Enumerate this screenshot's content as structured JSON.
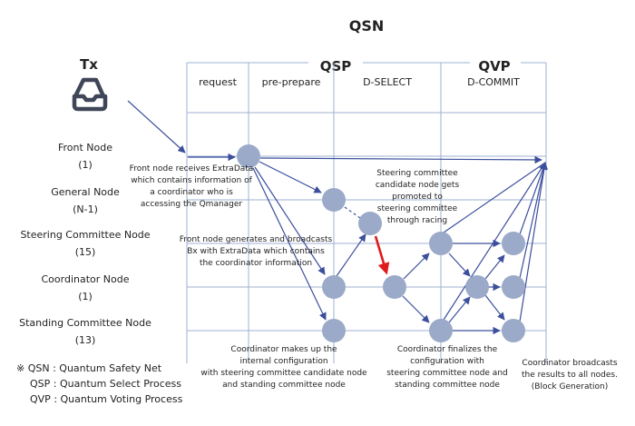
{
  "title": "QSN",
  "tx_label": "Tx",
  "colors": {
    "node": "#9aaac8",
    "grid": "#9fb0d0",
    "arrow": "#3c4f9c",
    "highlight_arrow": "#e01b1b"
  },
  "icons": {
    "tx": "inbox-tray-icon"
  },
  "phase_groups": [
    "QSP",
    "QVP"
  ],
  "phases": [
    "request",
    "pre-prepare",
    "D-SELECT",
    "D-COMMIT"
  ],
  "rows": [
    {
      "name": "Front Node",
      "count": "(1)"
    },
    {
      "name": "General Node",
      "count": "(N-1)"
    },
    {
      "name": "Steering Committee Node",
      "count": "(15)"
    },
    {
      "name": "Coordinator Node",
      "count": "(1)"
    },
    {
      "name": "Standing Committee Node",
      "count": "(13)"
    }
  ],
  "annotations": {
    "front_node": [
      "Front node receives ExtraData",
      "which contains information of",
      "a coordinator who is",
      "accessing the Qmanager"
    ],
    "broadcast": [
      "Front node generates and broadcasts",
      "Bx with ExtraData which contains",
      "the coordinator information"
    ],
    "steering": [
      "Steering committee",
      "candidate node gets",
      "promoted to",
      "steering committee",
      "through racing"
    ],
    "coordinator_makes": [
      "Coordinator makes up the",
      "internal configuration",
      "with steering committee candidate node",
      "and standing committee node"
    ],
    "coordinator_finalizes": [
      "Coordinator finalizes the",
      "configuration with",
      "steering committee node and",
      "standing committee node"
    ],
    "coordinator_broadcasts": [
      "Coordinator broadcasts",
      "the results to all nodes.",
      "(Block Generation)"
    ]
  },
  "legend": [
    "※ QSN : Quantum Safety Net",
    "QSP : Quantum Select Process",
    "QVP : Quantum Voting Process"
  ]
}
